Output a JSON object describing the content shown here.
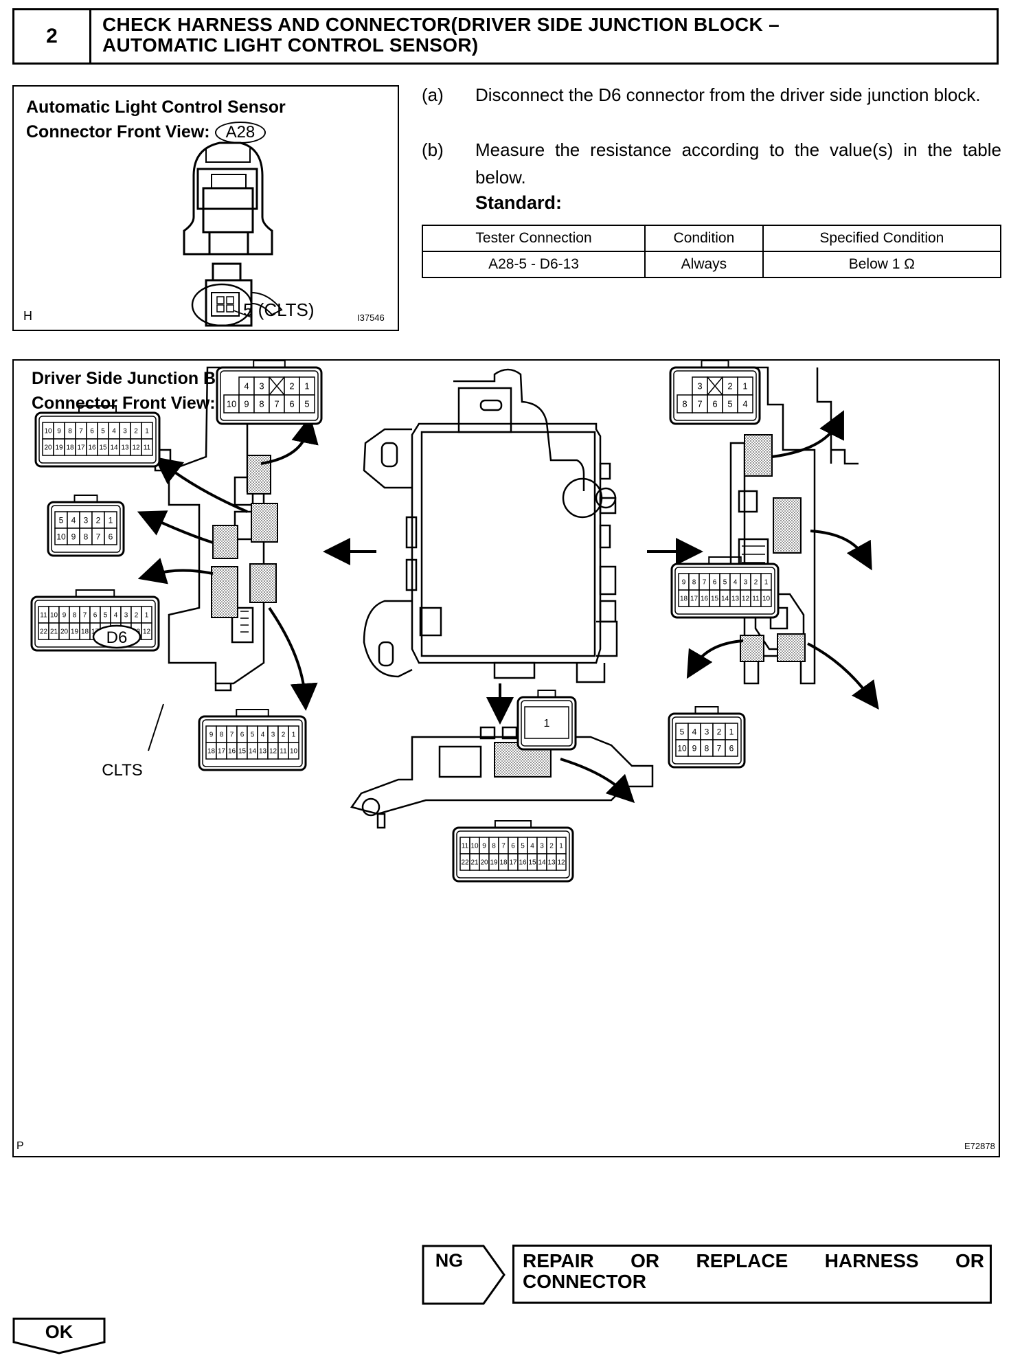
{
  "step": {
    "number": "2",
    "title_line1": "CHECK HARNESS AND CONNECTOR(DRIVER SIDE JUNCTION BLOCK –",
    "title_line2": "AUTOMATIC LIGHT CONTROL SENSOR)"
  },
  "sensor_figure": {
    "title_line1": "Automatic Light Control Sensor",
    "title_line2": "Connector Front View:",
    "connector_code": "A28",
    "pin_label": "5 (CLTS)",
    "corner_letter": "H",
    "figure_id": "I37546"
  },
  "procedure": [
    {
      "letter": "(a)",
      "text": "Disconnect the D6 connector from the driver side junction block."
    },
    {
      "letter": "(b)",
      "text": "Measure the resistance according to the value(s) in the table below."
    }
  ],
  "standard_label": "Standard:",
  "spec_table": {
    "headers": [
      "Tester Connection",
      "Condition",
      "Specified Condition"
    ],
    "rows": [
      [
        "A28-5 - D6-13",
        "Always",
        "Below 1 Ω"
      ]
    ]
  },
  "junction_figure": {
    "title_line1": "Driver Side Junction Block",
    "title_line2": "Connector Front View:",
    "connector_code": "D6",
    "clts_label": "CLTS",
    "corner_letter": "P",
    "figure_id": "E72878",
    "connectors": [
      {
        "id": "left-top-small",
        "top": [
          "4",
          "3",
          "X",
          "2",
          "1"
        ],
        "bottom": [
          "10",
          "9",
          "8",
          "7",
          "6",
          "5"
        ]
      },
      {
        "id": "left-20",
        "top": [
          "10",
          "9",
          "8",
          "7",
          "6",
          "5",
          "4",
          "3",
          "2",
          "1"
        ],
        "bottom": [
          "20",
          "19",
          "18",
          "17",
          "16",
          "15",
          "14",
          "13",
          "12",
          "11"
        ]
      },
      {
        "id": "left-10",
        "top": [
          "5",
          "4",
          "3",
          "2",
          "1"
        ],
        "bottom": [
          "10",
          "9",
          "8",
          "7",
          "6"
        ]
      },
      {
        "id": "d6-22",
        "top": [
          "11",
          "10",
          "9",
          "8",
          "7",
          "6",
          "5",
          "4",
          "3",
          "2",
          "1"
        ],
        "bottom": [
          "22",
          "21",
          "20",
          "19",
          "18",
          "17",
          "16",
          "15",
          "14",
          "13",
          "12"
        ]
      },
      {
        "id": "left-bottom-18",
        "top": [
          "9",
          "8",
          "7",
          "6",
          "5",
          "4",
          "3",
          "2",
          "1"
        ],
        "bottom": [
          "18",
          "17",
          "16",
          "15",
          "14",
          "13",
          "12",
          "11",
          "10"
        ]
      },
      {
        "id": "bottom-22",
        "top": [
          "11",
          "10",
          "9",
          "8",
          "7",
          "6",
          "5",
          "4",
          "3",
          "2",
          "1"
        ],
        "bottom": [
          "22",
          "21",
          "20",
          "19",
          "18",
          "17",
          "16",
          "15",
          "14",
          "13",
          "12"
        ]
      },
      {
        "id": "right-top-8",
        "top": [
          "3",
          "X",
          "2",
          "1"
        ],
        "bottom": [
          "8",
          "7",
          "6",
          "5",
          "4"
        ]
      },
      {
        "id": "right-18",
        "top": [
          "9",
          "8",
          "7",
          "6",
          "5",
          "4",
          "3",
          "2",
          "1"
        ],
        "bottom": [
          "18",
          "17",
          "16",
          "15",
          "14",
          "13",
          "12",
          "11",
          "10"
        ]
      },
      {
        "id": "right-single",
        "top": [
          "1"
        ],
        "bottom": []
      },
      {
        "id": "right-bottom-10",
        "top": [
          "5",
          "4",
          "3",
          "2",
          "1"
        ],
        "bottom": [
          "10",
          "9",
          "8",
          "7",
          "6"
        ]
      }
    ]
  },
  "ng": {
    "label": "NG",
    "action_words": [
      "REPAIR",
      "OR",
      "REPLACE",
      "HARNESS",
      "OR"
    ],
    "action_line2": "CONNECTOR"
  },
  "ok": {
    "label": "OK"
  }
}
